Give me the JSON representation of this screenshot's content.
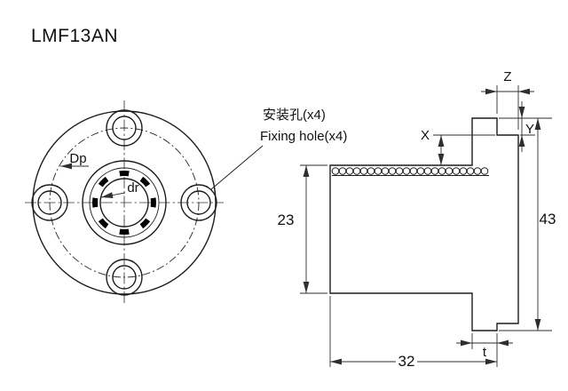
{
  "title": "LMF13AN",
  "callout": {
    "line1": "安装孔(x4)",
    "line2": "Fixing hole(x4)"
  },
  "front_view": {
    "pitch_circle_label": "Dp",
    "bore_label": "dr"
  },
  "side_view": {
    "dim_body_od": "23",
    "dim_flange_od": "43",
    "dim_length": "32",
    "dim_flange_thickness": "t",
    "dim_pilot_width": "Z",
    "dim_step_x": "X",
    "dim_step_y": "Y"
  }
}
